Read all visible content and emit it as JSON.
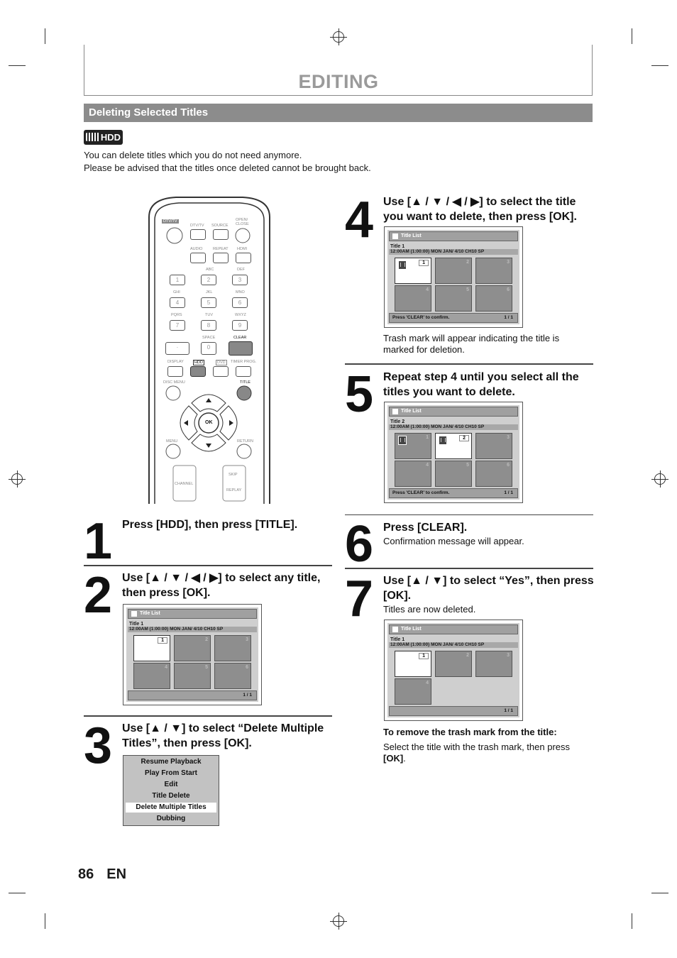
{
  "header": {
    "title": "EDITING"
  },
  "section": {
    "title": "Deleting Selected Titles",
    "badge": "HDD"
  },
  "intro": {
    "line1": "You can delete titles which you do not need anymore.",
    "line2": "Please be advised that the titles once deleted cannot be brought back."
  },
  "steps": {
    "s1": {
      "num": "1",
      "text": "Press [HDD], then press [TITLE]."
    },
    "s2": {
      "num": "2",
      "line1": "Use [▲ / ▼ / ◀ / ▶] to select any title,",
      "line2": "then press [OK]."
    },
    "s3": {
      "num": "3",
      "line1": "Use [▲ / ▼] to select “Delete Multiple",
      "line2": "Titles”, then press [OK]."
    },
    "s4": {
      "num": "4",
      "line1": "Use [▲ / ▼ / ◀ / ▶] to select the title",
      "line2": "you want to delete, then press [OK].",
      "note1": "Trash mark will appear indicating the title is",
      "note2": "marked for deletion."
    },
    "s5": {
      "num": "5",
      "line1": "Repeat step 4 until you select all the",
      "line2": "titles you want to delete."
    },
    "s6": {
      "num": "6",
      "text": "Press [CLEAR].",
      "note": "Confirmation message will appear."
    },
    "s7": {
      "num": "7",
      "line1": "Use [▲ / ▼] to select “Yes”, then press",
      "line2": "[OK].",
      "note": "Titles are now deleted."
    }
  },
  "screen": {
    "header": "Title List",
    "info": "12:00AM (1:00:00)  MON JAN/  4/10   CH10   SP",
    "page": "1 / 1",
    "confirm": "Press 'CLEAR' to confirm.",
    "title1": "Title 1",
    "title2": "Title 2",
    "nums": [
      "1",
      "2",
      "3",
      "4",
      "5",
      "6"
    ]
  },
  "menu": {
    "items": [
      "Resume Playback",
      "Play From Start",
      "Edit",
      "Title Delete",
      "Delete Multiple Titles",
      "Dubbing"
    ],
    "selected_index": 4
  },
  "remove_note": {
    "heading": "To remove the trash mark from the title:",
    "line1": "Select the title with the trash mark, then press",
    "line2_bold": "[OK]",
    "line2_end": "."
  },
  "remote": {
    "labels": {
      "dtv": "DTV/TV",
      "source": "SOURCE",
      "open": "OPEN/",
      "close": "CLOSE",
      "audio": "AUDIO",
      "repeat": "REPEAT",
      "hdmi": "HDMI",
      "abc": "ABC",
      "def": "DEF",
      "ghi": "GHI",
      "jkl": "JKL",
      "mno": "MNO",
      "pqrs": "PQRS",
      "tuv": "TUV",
      "wxyz": "WXYZ",
      "space": "SPACE",
      "clear": "CLEAR",
      "display": "DISPLAY",
      "hdd": "HDD",
      "dvd": "DVD",
      "timer": "TIMER PROG.",
      "discmenu": "DISC MENU",
      "title": "TITLE",
      "menu": "MENU",
      "return": "RETURN",
      "channel": "CHANNEL",
      "skip": "SKIP",
      "replay": "REPLAY",
      "ok": "OK"
    },
    "keys": [
      "1",
      "2",
      "3",
      "4",
      "5",
      "6",
      "7",
      "8",
      "9",
      "·",
      "0"
    ]
  },
  "footer": {
    "page": "86",
    "lang": "EN"
  }
}
